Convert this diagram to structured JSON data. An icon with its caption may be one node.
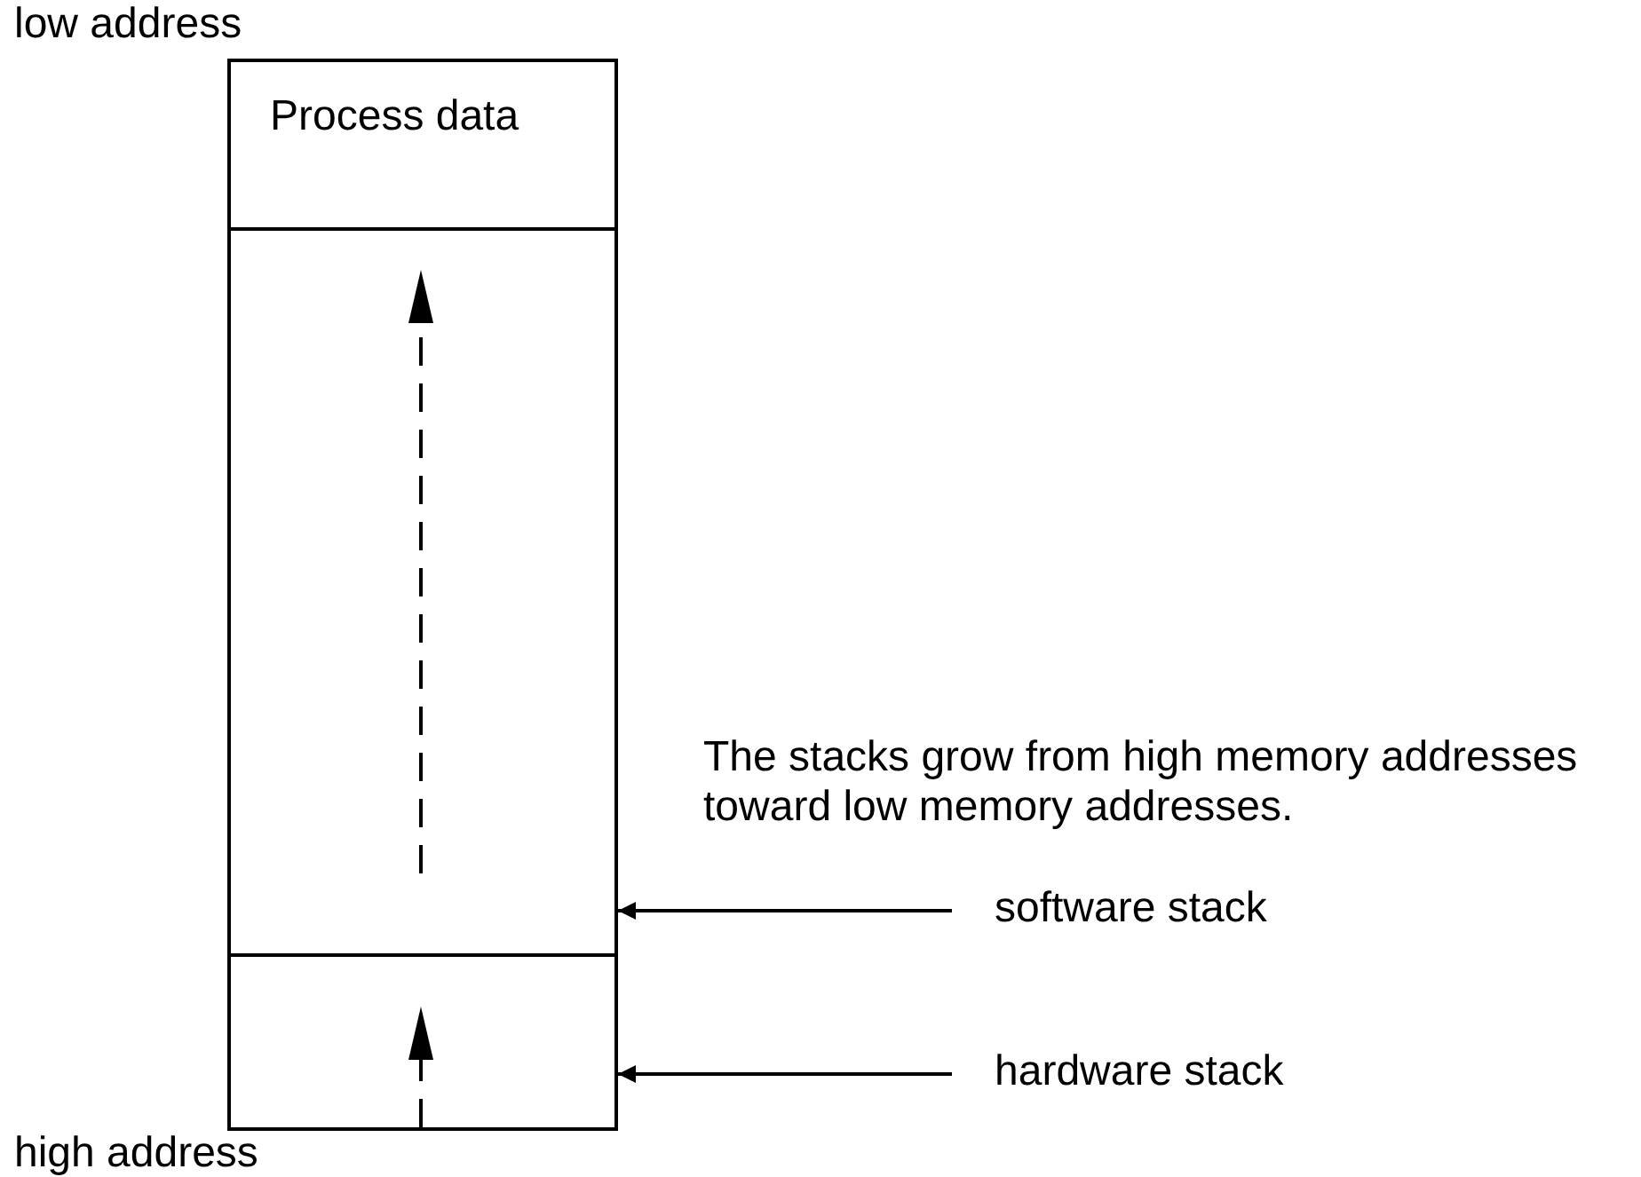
{
  "diagram": {
    "nodes": [
      {
        "text": [
          "Process data"
        ]
      },
      {
        "text": [],
        "shape": "box"
      },
      {
        "text": [],
        "shape": "box"
      },
      {
        "text": [
          "software stack"
        ]
      },
      {
        "text": [
          "hardware stack"
        ]
      }
    ],
    "edges": [
      {
        "from": 3,
        "to": 1,
        "arrow": "to"
      },
      {
        "from": 4,
        "to": 2,
        "arrow": "to"
      }
    ],
    "labels": [
      "low address",
      "high address",
      "The stacks grow from high memory addresses toward low memory addresses."
    ]
  }
}
